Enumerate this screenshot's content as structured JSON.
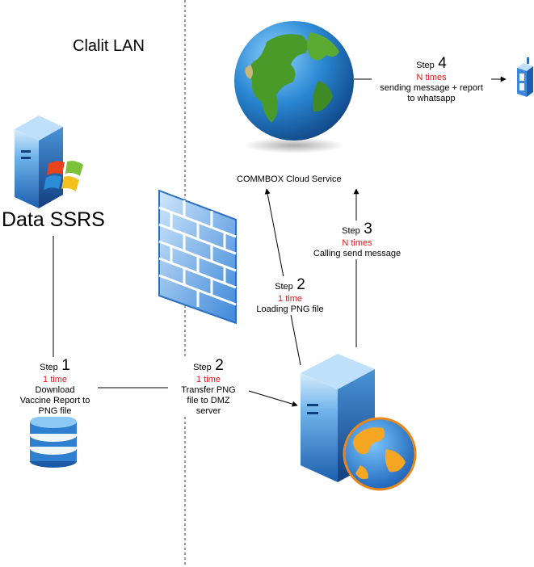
{
  "diagram": {
    "zone_title": "Clalit LAN",
    "server_label": "Data SSRS",
    "cloud_label": "COMMBOX Cloud Service",
    "steps": [
      {
        "word": "Step",
        "num": "1",
        "freq": "1 time",
        "lines": [
          "Download",
          "Vaccine Report to",
          "PNG file"
        ]
      },
      {
        "word": "Step",
        "num": "2",
        "freq": "1 time",
        "lines": [
          "Transfer PNG",
          "file to DMZ",
          "server"
        ]
      },
      {
        "word": "Step",
        "num": "2",
        "freq": "1 time",
        "lines": [
          "Loading PNG file"
        ]
      },
      {
        "word": "Step",
        "num": "3",
        "freq": "N times",
        "lines": [
          "Calling send message"
        ]
      },
      {
        "word": "Step",
        "num": "4",
        "freq": "N times",
        "lines": [
          "sending message + report",
          "to whatsapp"
        ]
      }
    ],
    "icons": [
      "windows-server-icon",
      "database-icon",
      "firewall-icon",
      "web-server-icon",
      "globe-icon",
      "mobile-phone-icon"
    ],
    "colors": {
      "frequency_red": "#e0191b",
      "server_blue": "#2f7fd0",
      "globe_ocean": "#1f74c4",
      "land_green": "#4a9a2a"
    }
  }
}
